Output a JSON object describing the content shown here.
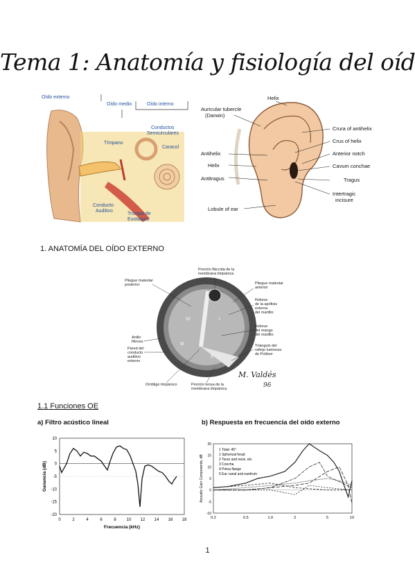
{
  "title": "Tema 1: Anatomía y fisiología del oído",
  "fig_ear_sections": {
    "labels": {
      "outer": "Oído externo",
      "middle": "Oído medio",
      "inner": "Oído interno",
      "canals": "Conductos",
      "canals2": "Semicirculares",
      "tympanum": "Tímpano",
      "cochlea": "Caracol",
      "meatus": "Conducto",
      "meatus2": "Auditivo",
      "tube": "Trompa de",
      "tube2": "Eustaquio"
    }
  },
  "fig_auricle": {
    "labels": {
      "helix_top": "Helix",
      "tubercle": "Auricular tubercle",
      "tubercle2": "(Darwin)",
      "antihelix": "Antihelix",
      "helix": "Helix",
      "antitragus": "Antitragus",
      "lobule": "Lobule of ear",
      "crura": "Crura of antihelix",
      "crus": "Crus of helix",
      "notch": "Anterior notch",
      "cavum": "Cavum conchae",
      "tragus": "Tragus",
      "intertragic": "Intertragic",
      "incisure": "incisure"
    }
  },
  "section1": "1. ANATOMÍA DEL OÍDO EXTERNO",
  "fig_tympanum": {
    "labels": {
      "pliegue_post": "Pliegue maleolar",
      "pliegue_post2": "posterior",
      "flaccida": "Porción fláccida de la",
      "flaccida2": "membrana timpánica",
      "pliegue_ant": "Pliegue maleolar",
      "pliegue_ant2": "anterior",
      "relieve_ap": "Relieve",
      "relieve_ap2": "de la apófisis",
      "relieve_ap3": "externa",
      "relieve_ap4": "del martillo",
      "relieve_mango": "Relieve",
      "relieve_mango2": "del mango",
      "relieve_mango3": "del martillo",
      "anillo": "Anillo",
      "anillo2": "fibroso",
      "pared": "Pared del",
      "pared2": "conducto",
      "pared3": "auditivo",
      "pared4": "externo",
      "triangulo": "Triángulo del",
      "triangulo2": "reflejo luminoso",
      "triangulo3": "de Politzer",
      "ombligo": "Ombligo timpánico",
      "tensa": "Porción tensa de la",
      "tensa2": "membrana timpánica",
      "signature": "M. Valdés",
      "signature2": "96",
      "roman_iv": "IV",
      "roman_i": "I",
      "roman_iii": "III",
      "roman_ii": "II"
    }
  },
  "section1_1": "1.1 Funciones OE",
  "subsection_a": "a) Filtro acústico lineal",
  "subsection_b": "b) Respuesta en frecuencia del oído externo",
  "chart_data": [
    {
      "type": "line",
      "xlabel": "Frecuencia (kHz)",
      "ylabel": "Ganancia (dB)",
      "xlim": [
        0,
        18
      ],
      "ylim": [
        -20,
        10
      ],
      "x_ticks": [
        "0",
        "2",
        "4",
        "6",
        "8",
        "10",
        "12",
        "14",
        "16",
        "18"
      ],
      "y_ticks": [
        "10",
        "5",
        "0",
        "-5",
        "-10",
        "-15",
        "-20"
      ],
      "grid": false,
      "series": [
        {
          "x": [
            0,
            0.3,
            0.6,
            1,
            1.5,
            2,
            2.5,
            3,
            3.5,
            4,
            4.5,
            5,
            5.5,
            6,
            6.5,
            6.9,
            7.3,
            7.7,
            8.2,
            8.7,
            9.2,
            9.7,
            10.2,
            10.6,
            11,
            11.3,
            11.6,
            11.9,
            12.3,
            12.8,
            13.3,
            13.8,
            14.3,
            14.8,
            15.3,
            15.8,
            16.2,
            16.5,
            16.9
          ],
          "y": [
            -1,
            -3.5,
            -2,
            0,
            4,
            6,
            5,
            3,
            4.5,
            4,
            3,
            3,
            2,
            1,
            -1,
            -2.5,
            1,
            4,
            6.5,
            7,
            6,
            5.5,
            3,
            0,
            -3,
            -8,
            -17,
            -6,
            -1,
            -0.5,
            -1,
            -2,
            -3,
            -3.5,
            -5,
            -7,
            -8,
            -6.5,
            -5
          ]
        }
      ]
    },
    {
      "type": "line",
      "ylabel": "Acoustic Gain Components, dB",
      "x_ticks": [
        "0.2",
        "0.5",
        "1.0",
        "2",
        "5",
        "10"
      ],
      "y_ticks": [
        "20",
        "15",
        "10",
        "5",
        "0",
        "-5",
        "-10"
      ],
      "ylim": [
        -10,
        20
      ],
      "legend": [
        "1 Total: 45°",
        "1 Spherical head",
        "2 Torso and neck, etc.",
        "3 Concha",
        "4 Pinna flange",
        "5 Ear canal and eardrum"
      ],
      "series": [
        {
          "name": "1 Total: 45°",
          "x": [
            0.2,
            0.3,
            0.5,
            0.7,
            1.0,
            1.5,
            2.0,
            2.5,
            3.0,
            4.0,
            5.0,
            6.0,
            7.0,
            8.0,
            9.0,
            10.0
          ],
          "y": [
            1,
            1.5,
            3,
            5,
            6,
            8,
            12,
            17,
            20,
            17,
            15,
            12,
            8,
            2,
            -3,
            4
          ]
        },
        {
          "name": "1 Spherical head",
          "x": [
            0.2,
            0.5,
            1.0,
            2.0,
            3.0,
            5.0,
            7.0,
            10.0
          ],
          "y": [
            0,
            1,
            2,
            3,
            4,
            5,
            4,
            2
          ]
        },
        {
          "name": "2 Torso and neck, etc.",
          "x": [
            0.2,
            0.5,
            1.0,
            2.0,
            5.0,
            10.0
          ],
          "y": [
            1,
            2,
            3,
            1,
            0,
            0
          ]
        },
        {
          "name": "3 Concha",
          "x": [
            0.2,
            0.5,
            1.0,
            2.0,
            3.0,
            4.0,
            5.0,
            10.0
          ],
          "y": [
            0,
            0,
            1,
            5,
            10,
            12,
            6,
            1
          ]
        },
        {
          "name": "4 Pinna flange",
          "x": [
            0.2,
            0.5,
            1.0,
            2.0,
            3.0,
            5.0,
            10.0
          ],
          "y": [
            0,
            0,
            0,
            -2,
            2,
            1,
            0
          ]
        },
        {
          "name": "5 Ear canal and eardrum",
          "x": [
            0.2,
            0.5,
            1.0,
            2.0,
            3.0,
            5.0,
            7.0,
            9.0,
            10.0
          ],
          "y": [
            0,
            0,
            1,
            2,
            3,
            8,
            10,
            2,
            -6
          ]
        }
      ]
    }
  ],
  "page_number": "1",
  "colors": {
    "skin": "#e9b98e",
    "bone": "#f3d37a",
    "canal": "#f4c26b",
    "red": "#c83a2e",
    "blue_label": "#1f4f9a",
    "tympanum": "#6a6a6a"
  }
}
